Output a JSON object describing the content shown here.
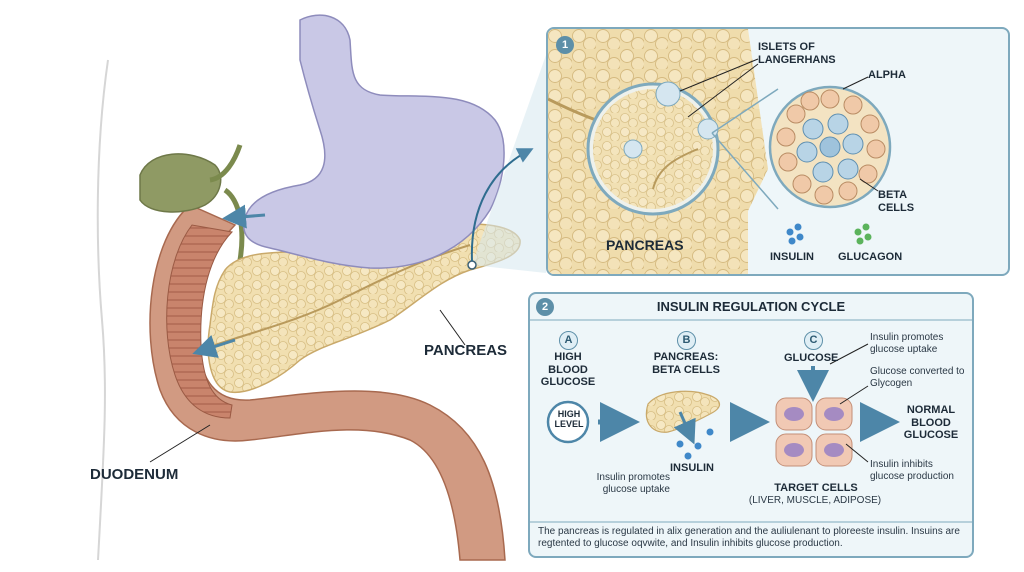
{
  "anatomy": {
    "pancreas_label": "PANCREAS",
    "duodenum_label": "DUODENUM"
  },
  "panel1": {
    "number": "1",
    "islets_label": "ISLETS OF LANGERHANS",
    "alpha_label": "ALPHA",
    "beta_label": "BETA CELLS",
    "pancreas_label": "PANCREAS",
    "legend": [
      {
        "name": "INSULIN",
        "color": "#3f88c9"
      },
      {
        "name": "GLUCAGON",
        "color": "#5bb35c"
      }
    ]
  },
  "panel2": {
    "number": "2",
    "title": "INSULIN REGULATION CYCLE",
    "step_a": {
      "badge": "A",
      "label": "HIGH BLOOD GLUCOSE",
      "level": "HIGH LEVEL"
    },
    "step_b": {
      "badge": "B",
      "label": "PANCREAS: BETA CELLS",
      "insulin": "INSULIN",
      "note": "Insulin promotes glucose uptake"
    },
    "step_c": {
      "badge": "C",
      "label": "GLUCOSE",
      "target": "TARGET CELLS",
      "target_sub": "(LIVER, MUSCLE, ADIPOSE)"
    },
    "annotations": [
      "Insulin promotes glucose uptake",
      "Glucose converted to Glycogen",
      "Insulin inhibits glucose production"
    ],
    "result": "NORMAL BLOOD GLUCOSE",
    "caption": "The pancreas is regulated in alix generation and the auliulenant to ploreeste insulin. Insuins are regtented to glucose oqvwite, and Insulin inhibits glucose production."
  },
  "colors": {
    "panel_border": "#7ea9bd",
    "panel_fill": "#eef6f9",
    "pancreas": "#f1dfb0",
    "stomach": "#c9c8e6",
    "duodenum": "#c98a72",
    "gallbladder": "#8f9a64"
  }
}
